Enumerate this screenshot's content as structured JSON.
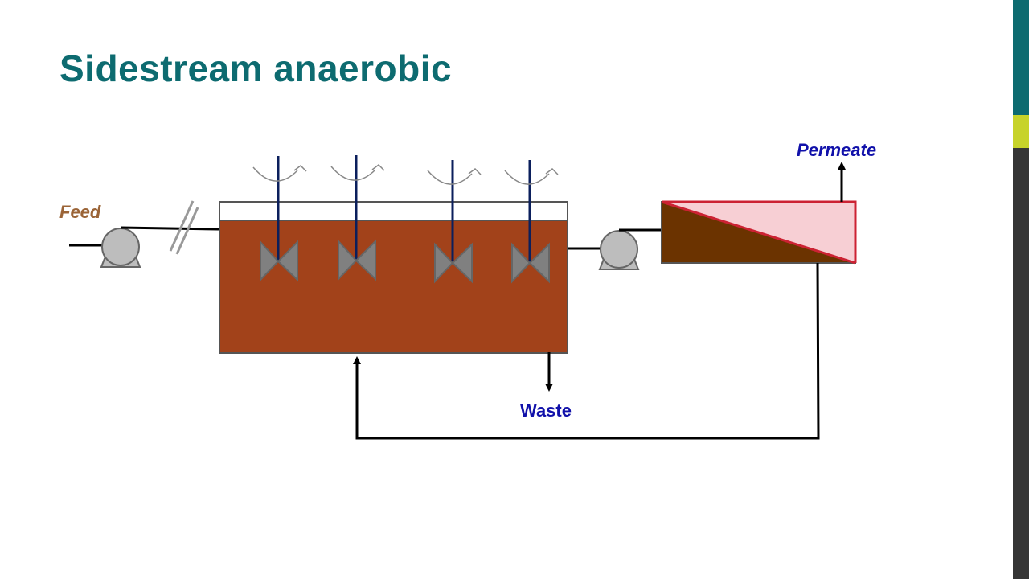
{
  "slide": {
    "title": "Sidestream anaerobic"
  },
  "labels": {
    "feed": "Feed",
    "permeate": "Permeate",
    "waste": "Waste"
  },
  "colors": {
    "title": "#0d6b70",
    "feed_label": "#9b6437",
    "stream_label": "#1111aa",
    "reactor_liquid": "#a2421a",
    "membrane_sludge": "#6b3300",
    "membrane_permeate": "#f7cfd4",
    "membrane_border": "#cc2233",
    "pump": "#bdbdbd",
    "impeller": "#808080",
    "mixer_shaft": "#0b1f5c",
    "accent_bar_teal": "#0d6b70",
    "accent_bar_lime": "#c7d32a",
    "accent_bar_dark": "#353535"
  },
  "components": {
    "mixer_count": 4,
    "pump_count": 2
  }
}
